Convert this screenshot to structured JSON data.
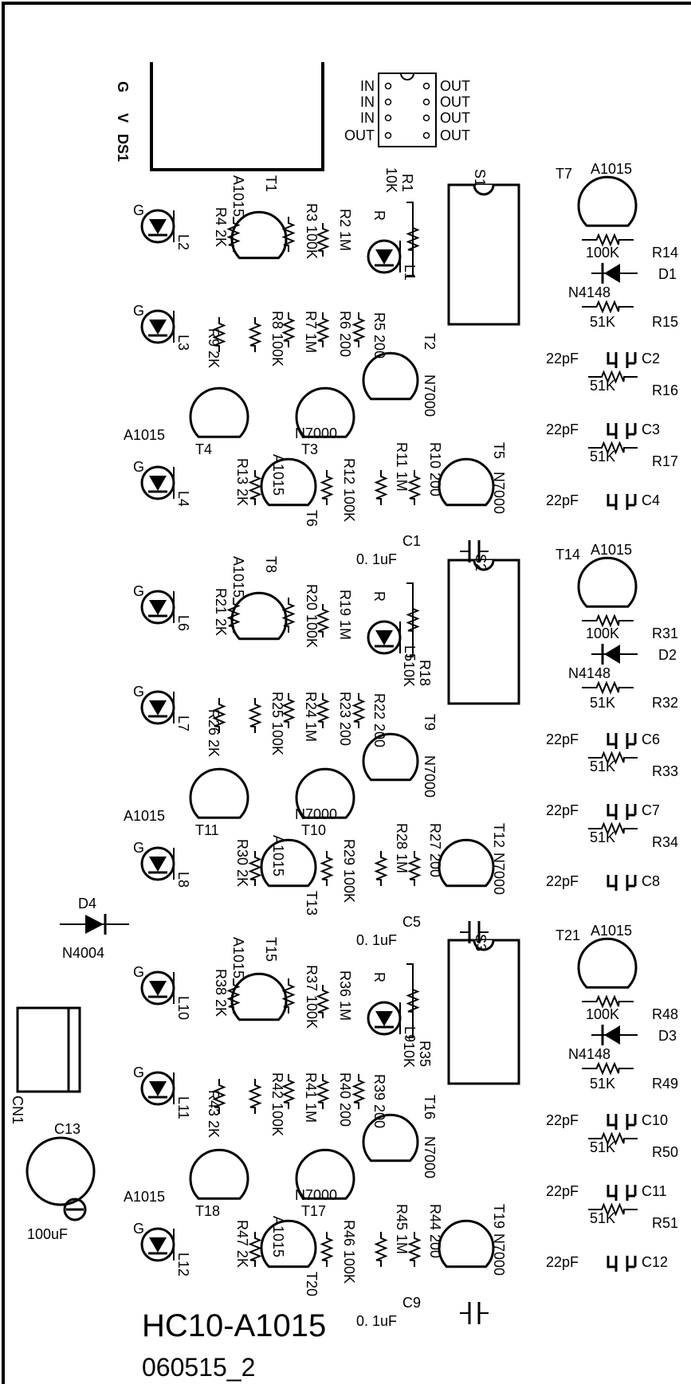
{
  "title": "HC10-A1015",
  "subtitle": "060515_2",
  "ds1": {
    "label": "DS1",
    "pins": [
      "G",
      "V"
    ]
  },
  "ic": {
    "left_pins": [
      "IN",
      "IN",
      "IN",
      "OUT"
    ],
    "right_pins": [
      "OUT",
      "OUT",
      "OUT",
      "OUT"
    ]
  },
  "r1": {
    "name": "R1",
    "value": "10K"
  },
  "switches": [
    "S1",
    "S2",
    "S3"
  ],
  "caps_small": [
    {
      "name": "C1",
      "value": "0. 1uF"
    },
    {
      "name": "C5",
      "value": "0. 1uF"
    },
    {
      "name": "C9",
      "value": "0. 1uF"
    }
  ],
  "c13": {
    "name": "C13",
    "value": "100uF"
  },
  "cn1": "CN1",
  "d4": {
    "name": "D4",
    "part": "N4004"
  },
  "leds": [
    "L1",
    "L2",
    "L3",
    "L4",
    "L5",
    "L6",
    "L7",
    "L8",
    "L9",
    "L10",
    "L11",
    "L12"
  ],
  "led_pin": "G",
  "led_r": "R",
  "blocks": [
    {
      "t_a": "T1",
      "t_b": "T2",
      "t_c": "T3",
      "t_d": "T4",
      "t_e": "T5",
      "t_f": "T6",
      "ra": [
        "R2 1M",
        "R3 100K",
        "R4 2K"
      ],
      "rb": [
        "R5 200",
        "R6 200",
        "R7 1M",
        "R8 100K",
        "R9 2K"
      ],
      "rc": [
        "R10 200",
        "R11 1M",
        "R12 100K",
        "R13 2K"
      ],
      "r_led": {
        "name": "R1",
        "value": "10K"
      }
    },
    {
      "t_a": "T8",
      "t_b": "T9",
      "t_c": "T10",
      "t_d": "T11",
      "t_e": "T12",
      "t_f": "T13",
      "ra": [
        "R19 1M",
        "R20 100K",
        "R21 2K"
      ],
      "rb": [
        "R22 200",
        "R23 200",
        "R24 1M",
        "R25 100K",
        "R26 2K"
      ],
      "rc": [
        "R27 200",
        "R28 1M",
        "R29 100K",
        "R30 2K"
      ],
      "r_led": {
        "name": "R18",
        "value": "10K"
      }
    },
    {
      "t_a": "T15",
      "t_b": "T16",
      "t_c": "T17",
      "t_d": "T18",
      "t_e": "T19",
      "t_f": "T20",
      "ra": [
        "R36 1M",
        "R37 100K",
        "R38 2K"
      ],
      "rb": [
        "R39 200",
        "R40 200",
        "R41 1M",
        "R42 100K",
        "R43 2K"
      ],
      "rc": [
        "R44 200",
        "R45 1M",
        "R46 100K",
        "R47 2K"
      ],
      "r_led": {
        "name": "R35",
        "value": "10K"
      }
    }
  ],
  "part_a1015": "A1015",
  "part_n7000": "N7000",
  "right_blocks": [
    {
      "t": "T7",
      "r_hi": "R14",
      "r_hi_val": "100K",
      "d": "D1",
      "d_part": "N4148",
      "r_lo": "R15",
      "r_lo_val": "51K",
      "caps": [
        {
          "c": "C2",
          "r": "R16"
        },
        {
          "c": "C3",
          "r": "R17"
        },
        {
          "c": "C4",
          "r": null
        }
      ]
    },
    {
      "t": "T14",
      "r_hi": "R31",
      "r_hi_val": "100K",
      "d": "D2",
      "d_part": "N4148",
      "r_lo": "R32",
      "r_lo_val": "51K",
      "caps": [
        {
          "c": "C6",
          "r": "R33"
        },
        {
          "c": "C7",
          "r": "R34"
        },
        {
          "c": "C8",
          "r": null
        }
      ]
    },
    {
      "t": "T21",
      "r_hi": "R48",
      "r_hi_val": "100K",
      "d": "D3",
      "d_part": "N4148",
      "r_lo": "R49",
      "r_lo_val": "51K",
      "caps": [
        {
          "c": "C10",
          "r": "R50"
        },
        {
          "c": "C11",
          "r": "R51"
        },
        {
          "c": "C12",
          "r": null
        }
      ]
    }
  ],
  "cap_value": "22pF",
  "res_value_51k": "51K"
}
